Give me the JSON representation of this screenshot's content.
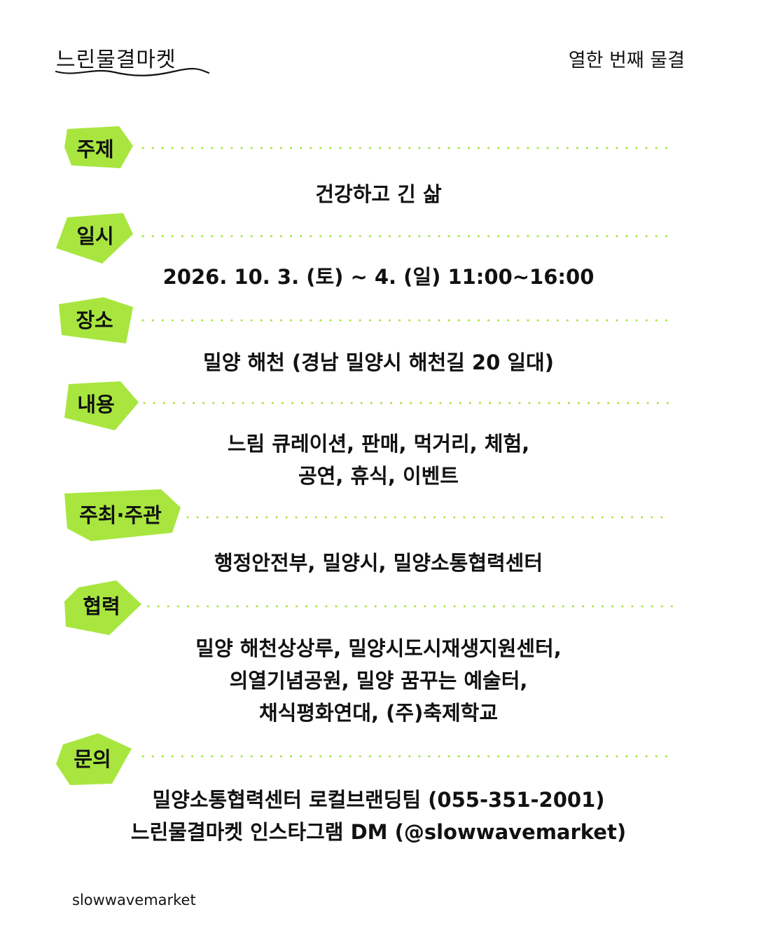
{
  "header": {
    "logo_text": "느린물결마켓",
    "edition": "열한 번째 물결"
  },
  "colors": {
    "tag_fill": "#a8e63f",
    "dots": "#a8e63f"
  },
  "sections": {
    "theme": {
      "label": "주제",
      "lines": [
        "건강하고 긴 삶"
      ]
    },
    "datetime": {
      "label": "일시",
      "lines": [
        "2026. 10. 3. (토) ~ 4. (일) 11:00~16:00"
      ]
    },
    "venue": {
      "label": "장소",
      "lines": [
        "밀양 해천 (경남 밀양시 해천길 20 일대)"
      ]
    },
    "content": {
      "label": "내용",
      "lines": [
        "느림 큐레이션, 판매, 먹거리, 체험,",
        "공연, 휴식, 이벤트"
      ]
    },
    "organizer": {
      "label": "주최·주관",
      "lines": [
        "행정안전부, 밀양시, 밀양소통협력센터"
      ]
    },
    "cooperation": {
      "label": "협력",
      "lines": [
        "밀양 해천상상루, 밀양시도시재생지원센터,",
        "의열기념공원, 밀양 꿈꾸는 예술터,",
        "채식평화연대, (주)축제학교"
      ]
    },
    "contact": {
      "label": "문의",
      "lines": [
        "밀양소통협력센터 로컬브랜딩팀 (055-351-2001)",
        "느린물결마켓 인스타그램 DM (@slowwavemarket)"
      ]
    }
  },
  "footer": {
    "text": "slowwavemarket"
  }
}
